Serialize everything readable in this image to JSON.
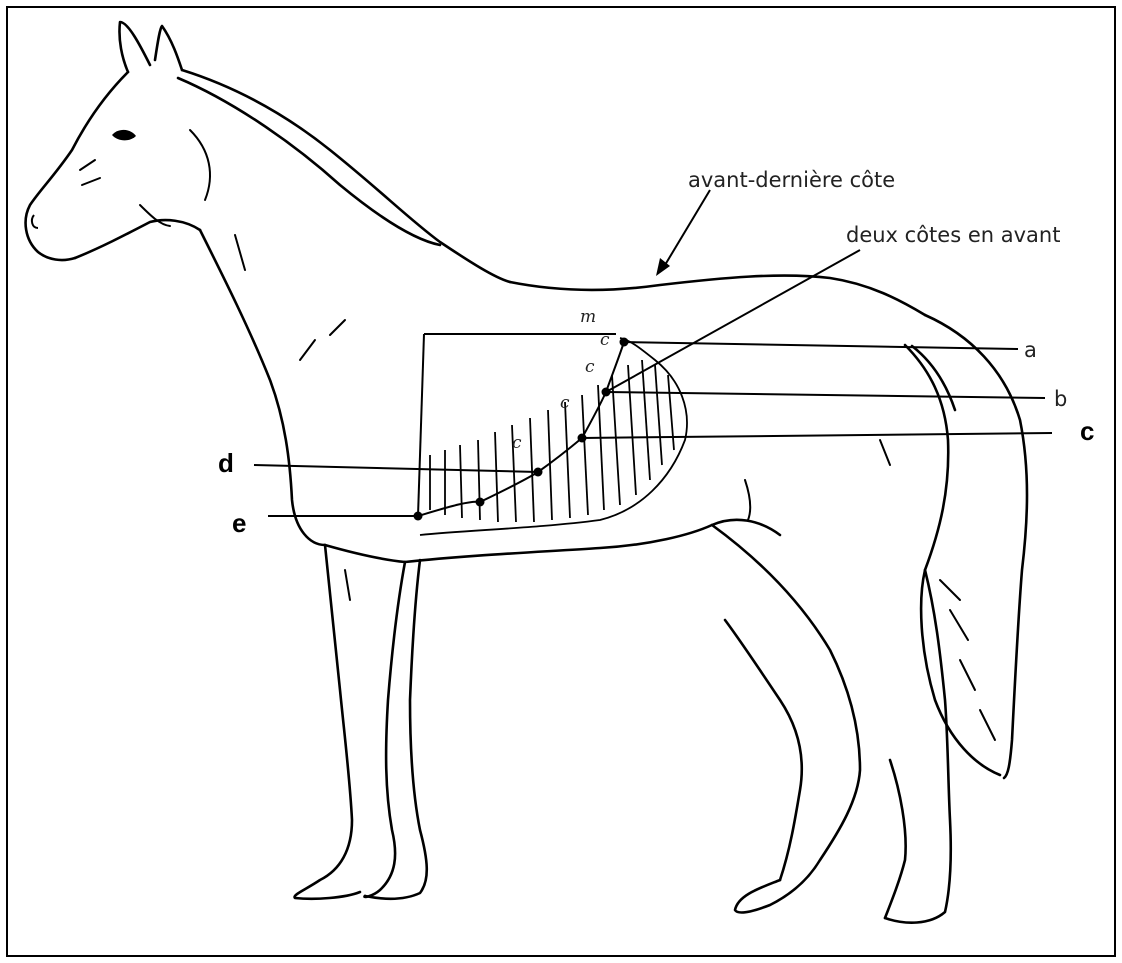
{
  "labels": {
    "top_annotation": "avant-dernière côte",
    "second_annotation": "deux côtes en avant",
    "a": "a",
    "b": "b",
    "c": "c",
    "d": "d",
    "e": "e"
  },
  "handwritten_marks": [
    "m",
    "c",
    "c",
    "c",
    "c"
  ],
  "colors": {
    "line": "#000000",
    "background": "#ffffff"
  }
}
